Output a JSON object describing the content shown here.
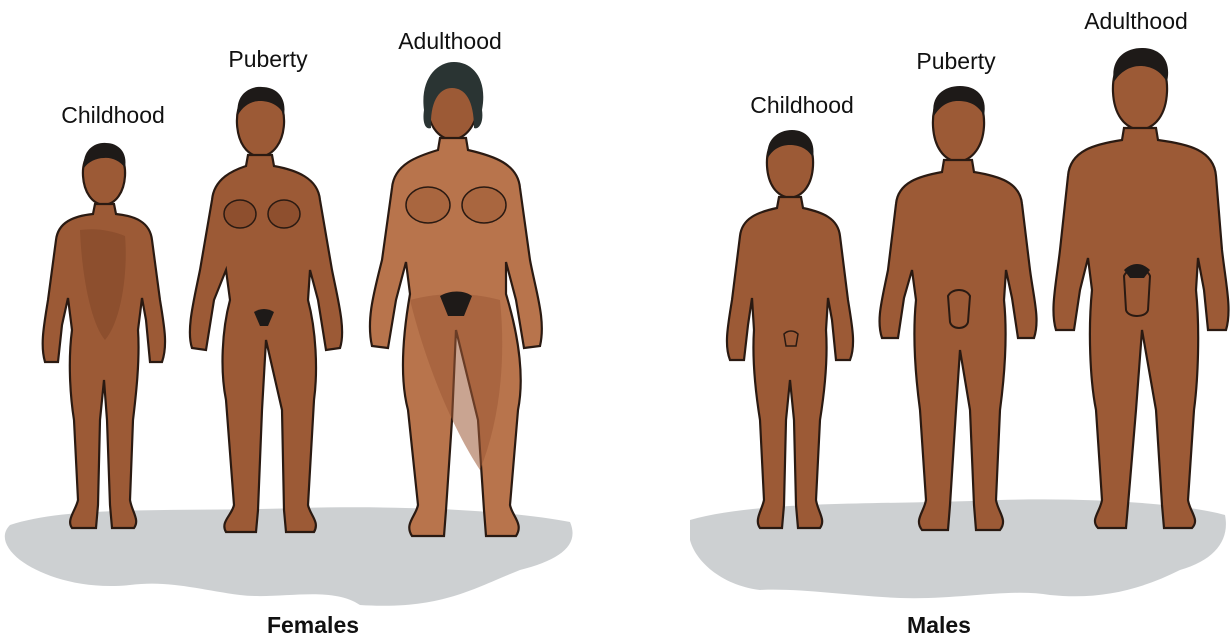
{
  "groups": [
    {
      "caption": "Females",
      "figures": [
        {
          "stage": "Childhood"
        },
        {
          "stage": "Puberty"
        },
        {
          "stage": "Adulthood"
        }
      ]
    },
    {
      "caption": "Males",
      "figures": [
        {
          "stage": "Childhood"
        },
        {
          "stage": "Puberty"
        },
        {
          "stage": "Adulthood"
        }
      ]
    }
  ],
  "colors": {
    "skin": "#9c5a36",
    "skin_shadow": "#7e4426",
    "skin_light": "#b8744c",
    "hair": "#1e1a18",
    "outline": "#2a1a12",
    "shadow": "#b9bdbf"
  }
}
